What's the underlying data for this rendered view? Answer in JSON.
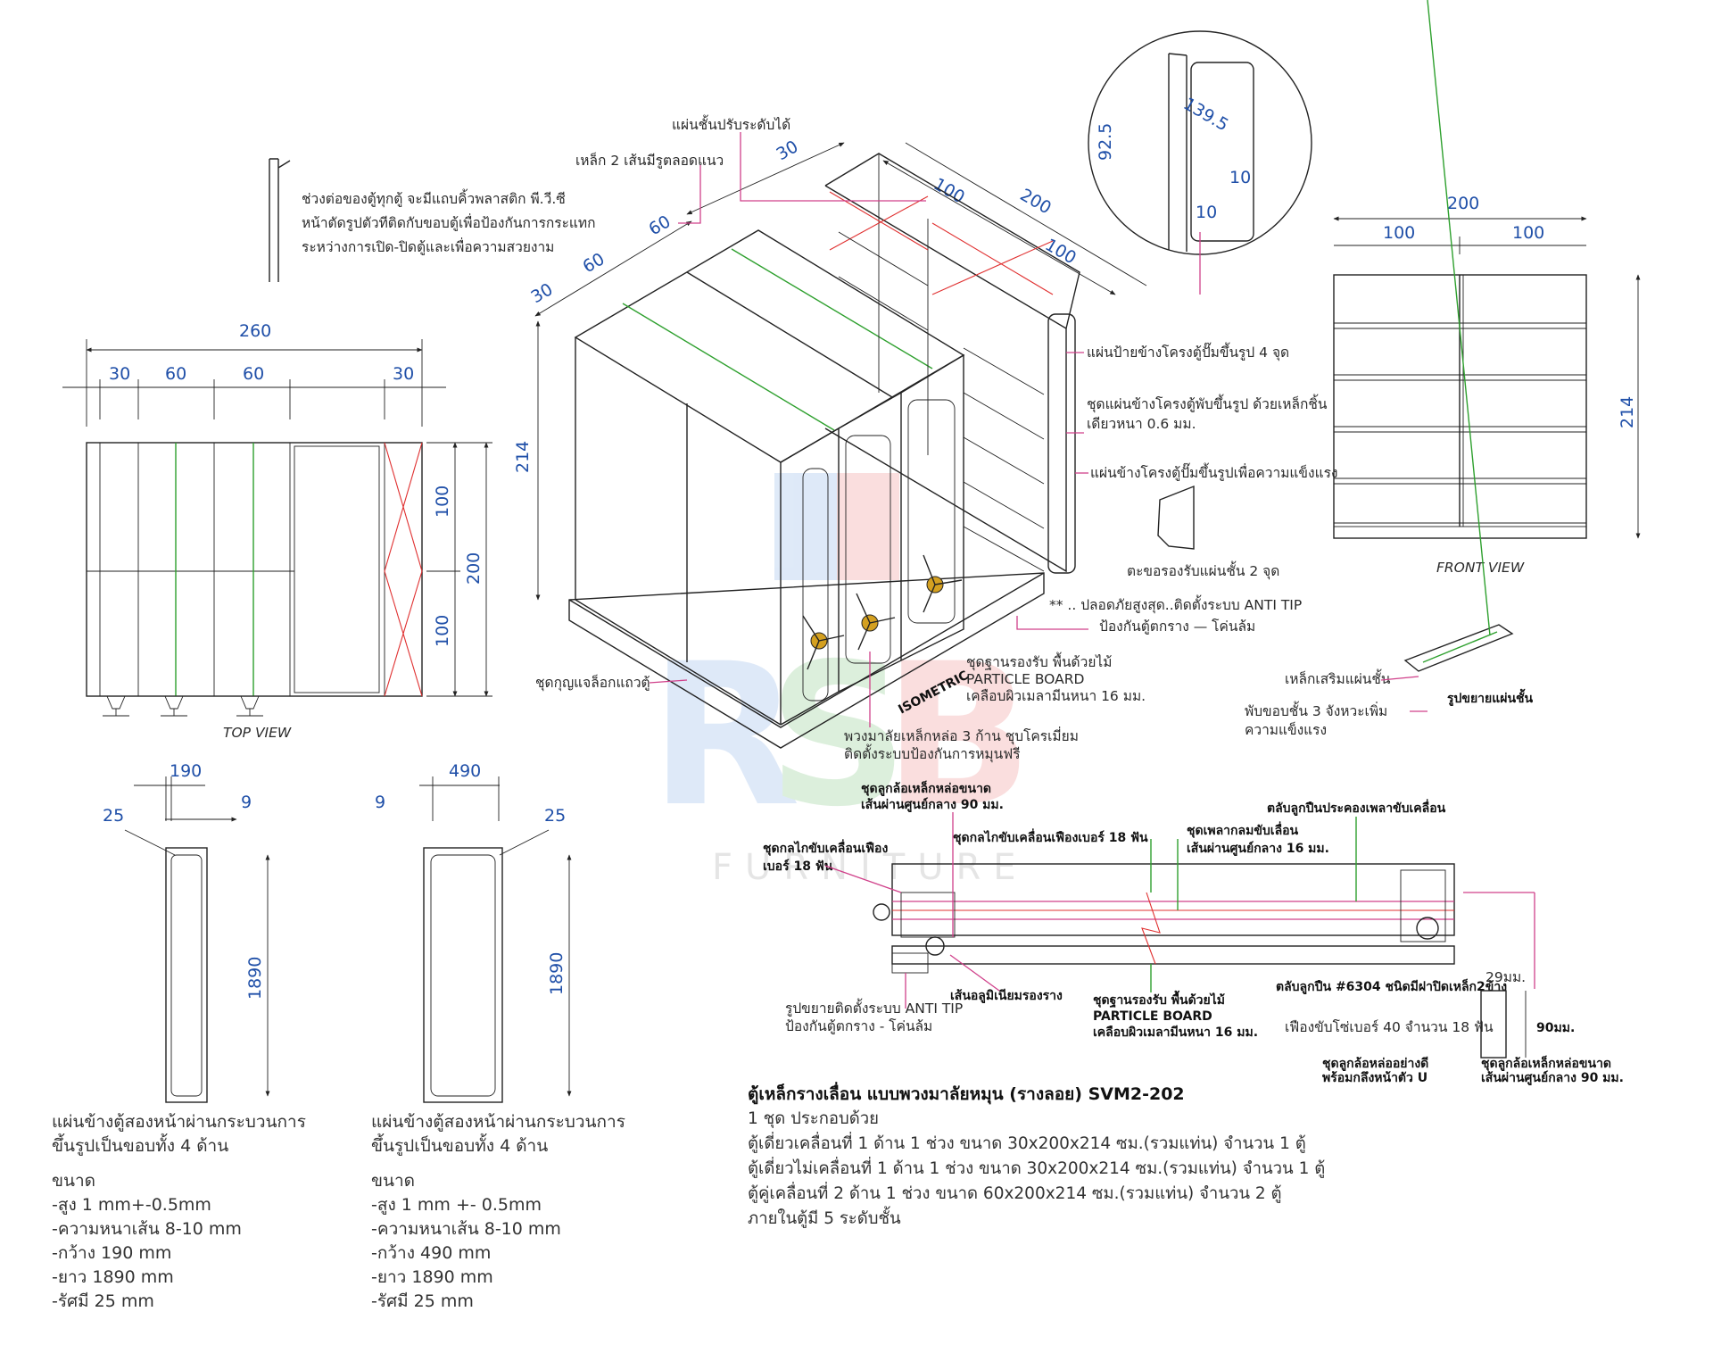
{
  "page": {
    "background": "#ffffff",
    "colors": {
      "dimension_text": "#1f4fa8",
      "leader_lines": "#d0408a",
      "green_strip": "#2ea02e",
      "cross_brace": "#e03030",
      "lines": "#222222"
    }
  },
  "labels": {
    "joint_strip": [
      "ช่วงต่อของตู้ทุกตู้ จะมีแถบคิ้วพลาสติก พี.วี.ซี",
      "หน้าตัดรูปตัวทีติดกับขอบตู้เพื่อป้องกันการกระแทก",
      "ระหว่างการเปิด-ปิดตู้และเพื่อความสวยงาม"
    ],
    "adjustable_shelf": "แผ่นชั้นปรับระดับได้",
    "steel_rails": "เหล็ก 2 เส้นมีรูตลอดแนว",
    "side_plate_label": "แผ่นป้ายข้างโครงตู้ปั๊มขึ้นรูป 4 จุด",
    "side_panel_set": [
      "ชุดแผ่นข้างโครงตู้พับขึ้นรูป ด้วยเหล็กชิ้น",
      "เดียวหนา 0.6 มม."
    ],
    "side_panel_stamped": "แผ่นข้างโครงตู้ปั๊มขึ้นรูปเพื่อความแข็งแรง",
    "shelf_hook": "ตะขอรองรับแผ่นชั้น 2 จุด",
    "anti_tip": [
      "** .. ปลอดภัยสูงสุด..ติดตั้งระบบ ANTI TIP",
      "ป้องกันตู้ตกราง — โค่นล้ม"
    ],
    "base_set": [
      "ชุดฐานรองรับ พื้นด้วยไม้",
      "PARTICLE BOARD",
      "เคลือบผิวเมลามีนหนา 16 มม."
    ],
    "lock_set": "ชุดกุญแจล็อกแถวตู้",
    "handle": [
      "พวงมาลัยเหล็กหล่อ 3 ก้าน ชุบโครเมี่ยม",
      "ติดตั้งระบบป้องกันการหมุนฟรี"
    ],
    "isometric": "ISOMETRIC",
    "top_view": "TOP VIEW",
    "front_view": "FRONT VIEW",
    "shelf_reinforce": "เหล็กเสริมแผ่นชั้น",
    "shelf_fold": [
      "พับขอบชั้น 3 จังหวะเพิ่ม",
      "ความแข็งแรง"
    ],
    "shelf_detail_title": "รูปขยายแผ่นชั้น",
    "wheel_set_top": [
      "ชุดลูกล้อเหล็กหล่อขนาด",
      "เส้นผ่านศูนย์กลาง 90 มม."
    ],
    "gear_drive": [
      "ชุดกลไกขับเคลื่อนเฟือง",
      "เบอร์ 18 ฟัน"
    ],
    "gear_drive2": "ชุดกลไกขับเคลื่อนเฟืองเบอร์ 18 ฟัน",
    "shaft_set": [
      "ชุดเพลากลมขับเลื่อน",
      "เส้นผ่านศูนย์กลาง 16 มม."
    ],
    "bearing_housing": "ตลับลูกปืนประคองเพลาขับเคลื่อน",
    "anti_tip_detail": [
      "รูปขยายติดตั้งระบบ ANTI TIP",
      "ป้องกันตู้ตกราง - โค่นล้ม"
    ],
    "aluminum_rail": "เส้นอลูมิเนียมรองราง",
    "base_set2": [
      "ชุดฐานรองรับ พื้นด้วยไม้",
      "PARTICLE BOARD",
      "เคลือบผิวเมลามีนหนา 16 มม."
    ],
    "bearing_spec": "ตลับลูกปืน #6304 ชนิดมีฝาปิดเหล็ก2ข้าง",
    "chain_gear": "เฟืองขับโซ่เบอร์ 40 จำนวน 18 ฟัน",
    "wheel_u": [
      "ชุดลูกล้อหล่ออย่างดี",
      "พร้อมกลึงหน้าตัว U"
    ],
    "wheel_set_bottom": [
      "ชุดลูกล้อเหล็กหล่อขนาด",
      "เส้นผ่านศูนย์กลาง 90 มม."
    ]
  },
  "dimensions": {
    "top_total": "260",
    "top_30a": "30",
    "top_60a": "60",
    "top_60b": "60",
    "top_30b": "30",
    "top_100a": "100",
    "top_100b": "100",
    "top_200": "200",
    "iso_30": "30",
    "iso_60a": "60",
    "iso_60b": "60",
    "iso_30b": "30",
    "iso_100a": "100",
    "iso_200": "200",
    "iso_100b": "100",
    "iso_214": "214",
    "detail_925": "92.5",
    "detail_1395": "139.5",
    "detail_10a": "10",
    "detail_10b": "10",
    "front_200": "200",
    "front_100a": "100",
    "front_100b": "100",
    "front_214": "214",
    "p1_190": "190",
    "p1_25": "25",
    "p1_9": "9",
    "p1_1890": "1890",
    "p2_490": "490",
    "p2_9": "9",
    "p2_25": "25",
    "p2_1890": "1890",
    "wheel_29": "29มม.",
    "wheel_90": "90มม."
  },
  "panel_left": {
    "heading": [
      "แผ่นข้างตู้สองหน้าผ่านกระบวนการ",
      "ขึ้นรูปเป็นขอบทั้ง 4 ด้าน"
    ],
    "size_label": "ขนาด",
    "specs": [
      "-สูง 1 mm+-0.5mm",
      "-ความหนาเส้น 8-10 mm",
      "-กว้าง 190 mm",
      "-ยาว 1890 mm",
      "-รัศมี 25 mm"
    ]
  },
  "panel_right": {
    "heading": [
      "แผ่นข้างตู้สองหน้าผ่านกระบวนการ",
      "ขึ้นรูปเป็นขอบทั้ง 4 ด้าน"
    ],
    "size_label": "ขนาด",
    "specs": [
      "-สูง 1 mm +- 0.5mm",
      "-ความหนาเส้น 8-10 mm",
      "-กว้าง 490 mm",
      "-ยาว 1890 mm",
      "-รัศมี 25 mm"
    ]
  },
  "description": {
    "title": "ตู้เหล็กรางเลื่อน แบบพวงมาลัยหมุน (รางลอย) SVM2-202",
    "lines": [
      "1 ชุด ประกอบด้วย",
      "ตู้เดี่ยวเคลื่อนที่ 1 ด้าน 1 ช่วง ขนาด 30x200x214 ซม.(รวมแท่น) จำนวน 1 ตู้",
      "ตู้เดี่ยวไม่เคลื่อนที่ 1 ด้าน 1 ช่วง ขนาด 30x200x214 ซม.(รวมแท่น) จำนวน 1 ตู้",
      "ตู้คู่เคลื่อนที่ 2 ด้าน 1 ช่วง ขนาด 60x200x214 ซม.(รวมแท่น) จำนวน 2 ตู้",
      "ภายในตู้มี 5 ระดับชั้น"
    ]
  },
  "watermark": {
    "logo": "RSB",
    "sub": "FURNITURE"
  }
}
